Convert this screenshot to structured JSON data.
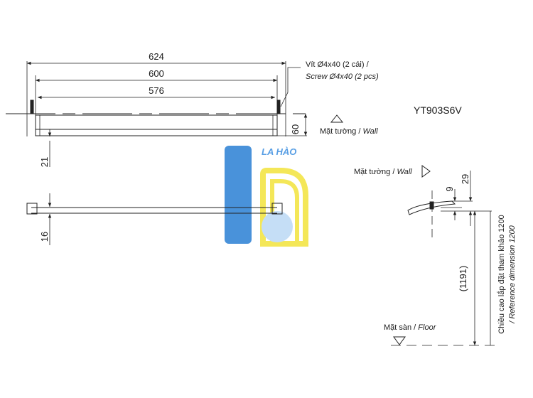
{
  "model": "YT903S6V",
  "dimensions": {
    "overall_width": "624",
    "mount_width": "600",
    "bar_length": "576",
    "depth": "60",
    "bracket_height": "21",
    "bar_diameter": "16",
    "side_offset_top": "9",
    "side_offset_total": "29",
    "floor_height": "(1191)"
  },
  "labels": {
    "screw_vi": "Vít Ø4x40 (2 cái) /",
    "screw_en": "Screw Ø4x40 (2 pcs)",
    "wall_vi": "Mặt tường / ",
    "wall_en": "Wall",
    "floor_vi": "Mặt sàn / ",
    "floor_en": "Floor",
    "reference_vi": "Chiều cao lắp đặt tham khảo 1200",
    "reference_en": "/ Reference dimension 1200"
  },
  "watermark": {
    "text": "LA HÀO",
    "colors": {
      "blue": "#2a7fd4",
      "light_blue": "#bcd9f5",
      "yellow": "#f3e33b",
      "text_blue": "#3b8ee0"
    }
  }
}
